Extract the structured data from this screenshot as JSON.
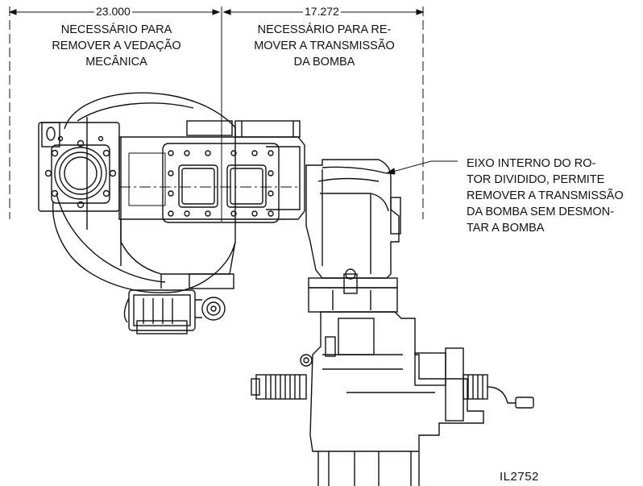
{
  "dimensions": {
    "left_value": "23.000",
    "right_value": "17.272"
  },
  "notes": {
    "seal_removal": [
      "NECESSÁRIO PARA",
      "REMOVER A VEDAÇÃO",
      "MECÂNICA"
    ],
    "drive_removal": [
      "NECESSÁRIO PARA RE-",
      "MOVER A TRANSMISSÃO",
      "DA BOMBA"
    ],
    "split_shaft": [
      "EIXO INTERNO DO RO-",
      "TOR DIVIDIDO, PERMITE",
      "REMOVER A TRANSMISSÃO",
      "DA BOMBA SEM DESMON-",
      "TAR A BOMBA"
    ]
  },
  "drawing_code": "IL2752",
  "colors": {
    "line": "#111111",
    "background": "#ffffff"
  }
}
